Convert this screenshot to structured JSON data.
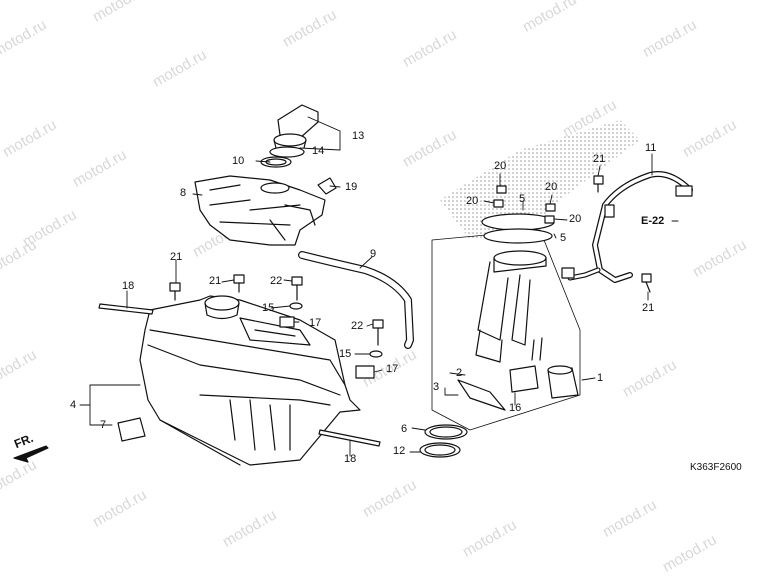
{
  "watermark": "motod.ru",
  "drawing_code": "K363F2600",
  "ref_label": "E-22",
  "front_label": "FR.",
  "callouts": {
    "c1": "1",
    "c2": "2",
    "c3": "3",
    "c4": "4",
    "c5a": "5",
    "c5b": "5",
    "c6": "6",
    "c7": "7",
    "c8": "8",
    "c9": "9",
    "c10": "10",
    "c11": "11",
    "c12": "12",
    "c13": "13",
    "c14": "14",
    "c15a": "15",
    "c15b": "15",
    "c16": "16",
    "c17a": "17",
    "c17b": "17",
    "c18a": "18",
    "c18b": "18",
    "c19": "19",
    "c20a": "20",
    "c20b": "20",
    "c20c": "20",
    "c20d": "20",
    "c21a": "21",
    "c21b": "21",
    "c21c": "21",
    "c21d": "21",
    "c22a": "22",
    "c22b": "22"
  }
}
